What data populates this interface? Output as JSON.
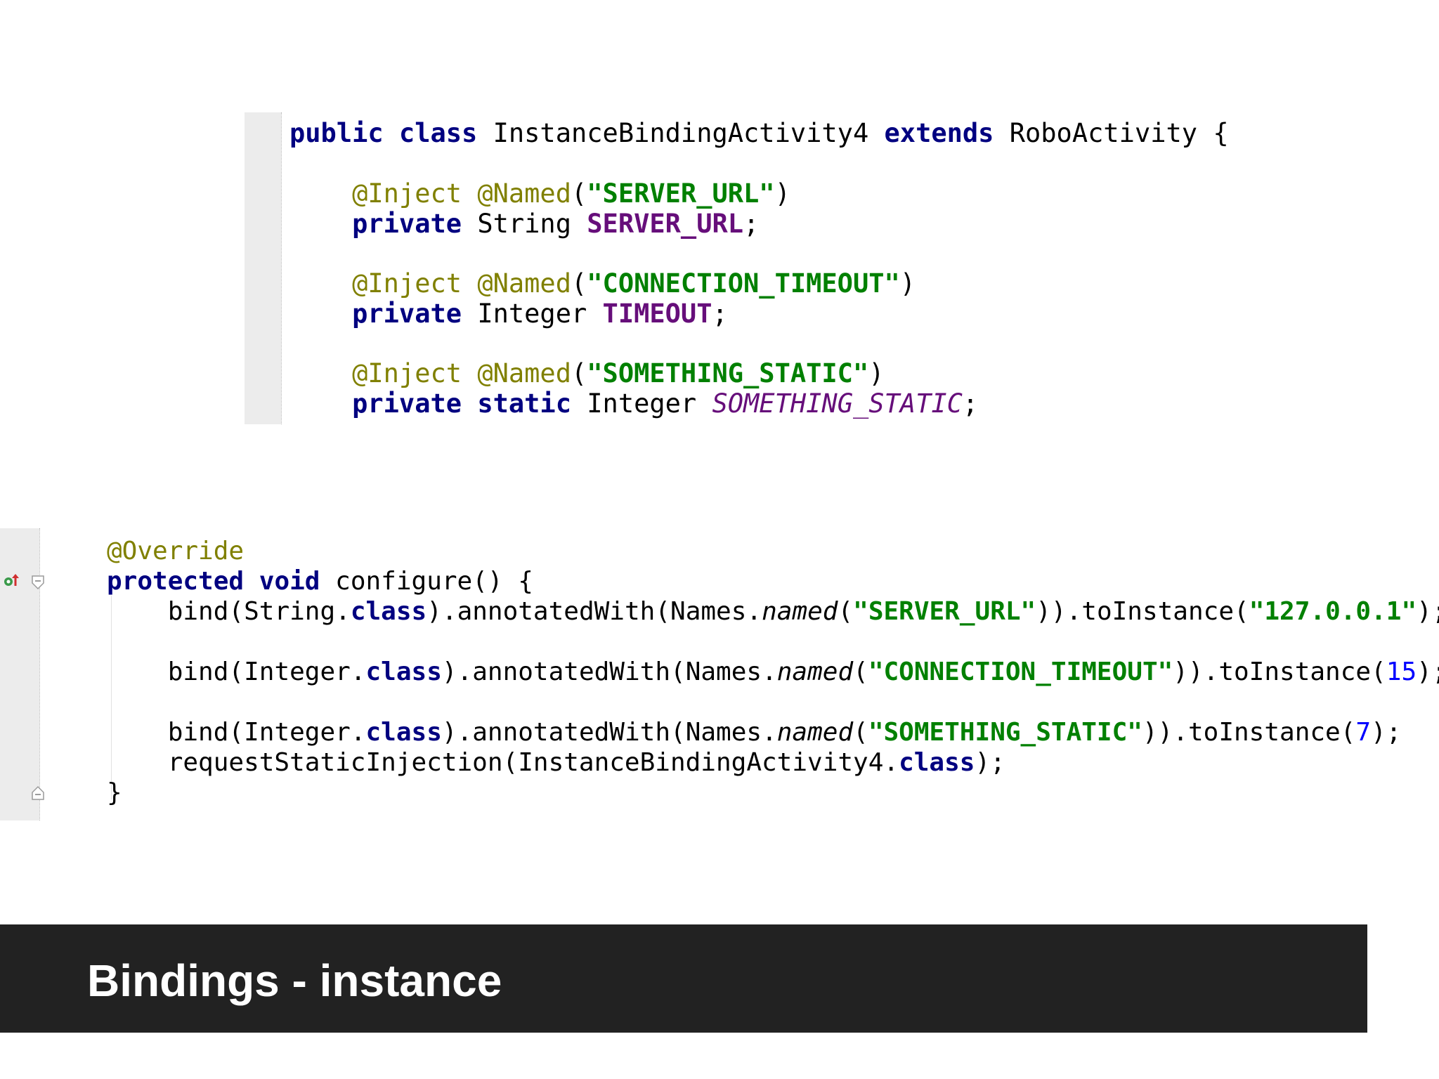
{
  "slide": {
    "title": "Bindings - instance"
  },
  "colors": {
    "keyword": "#000080",
    "string": "#008000",
    "annotation": "#808000",
    "field": "#660e7a",
    "number": "#0000ff",
    "title_bar": "#222222"
  },
  "snippet1": {
    "class_decl": {
      "kw_public": "public",
      "kw_class": "class",
      "name": "InstanceBindingActivity4",
      "kw_extends": "extends",
      "parent": "RoboActivity",
      "brace": "{"
    },
    "fields": [
      {
        "ann_inject": "@Inject",
        "ann_named": "@Named",
        "key": "\"SERVER_URL\"",
        "kw_private": "private",
        "kw_static": "",
        "type": "String",
        "name": "SERVER_URL"
      },
      {
        "ann_inject": "@Inject",
        "ann_named": "@Named",
        "key": "\"CONNECTION_TIMEOUT\"",
        "kw_private": "private",
        "kw_static": "",
        "type": "Integer",
        "name": "TIMEOUT"
      },
      {
        "ann_inject": "@Inject",
        "ann_named": "@Named",
        "key": "\"SOMETHING_STATIC\"",
        "kw_private": "private",
        "kw_static": "static",
        "type": "Integer",
        "name": "SOMETHING_STATIC"
      }
    ]
  },
  "snippet2": {
    "override": "@Override",
    "method_decl": {
      "kw_protected": "protected",
      "kw_void": "void",
      "name": "configure",
      "suffix": "() {"
    },
    "binds": [
      {
        "call": "bind",
        "type": "String",
        "kw_class": "class",
        "annotated": "annotatedWith",
        "names": "Names",
        "named": "named",
        "key": "\"SERVER_URL\"",
        "to_instance": "toInstance",
        "value": "\"127.0.0.1\"",
        "value_kind": "string"
      },
      {
        "call": "bind",
        "type": "Integer",
        "kw_class": "class",
        "annotated": "annotatedWith",
        "names": "Names",
        "named": "named",
        "key": "\"CONNECTION_TIMEOUT\"",
        "to_instance": "toInstance",
        "value": "15",
        "value_kind": "number"
      },
      {
        "call": "bind",
        "type": "Integer",
        "kw_class": "class",
        "annotated": "annotatedWith",
        "names": "Names",
        "named": "named",
        "key": "\"SOMETHING_STATIC\"",
        "to_instance": "toInstance",
        "value": "7",
        "value_kind": "number"
      }
    ],
    "request_static": {
      "call": "requestStaticInjection",
      "arg": "InstanceBindingActivity4",
      "kw_class": "class"
    },
    "close_brace": "}"
  },
  "gutter_icons": {
    "implements": "override-arrow-icon",
    "fold_start": "fold-collapse-icon",
    "fold_end": "fold-end-icon"
  }
}
